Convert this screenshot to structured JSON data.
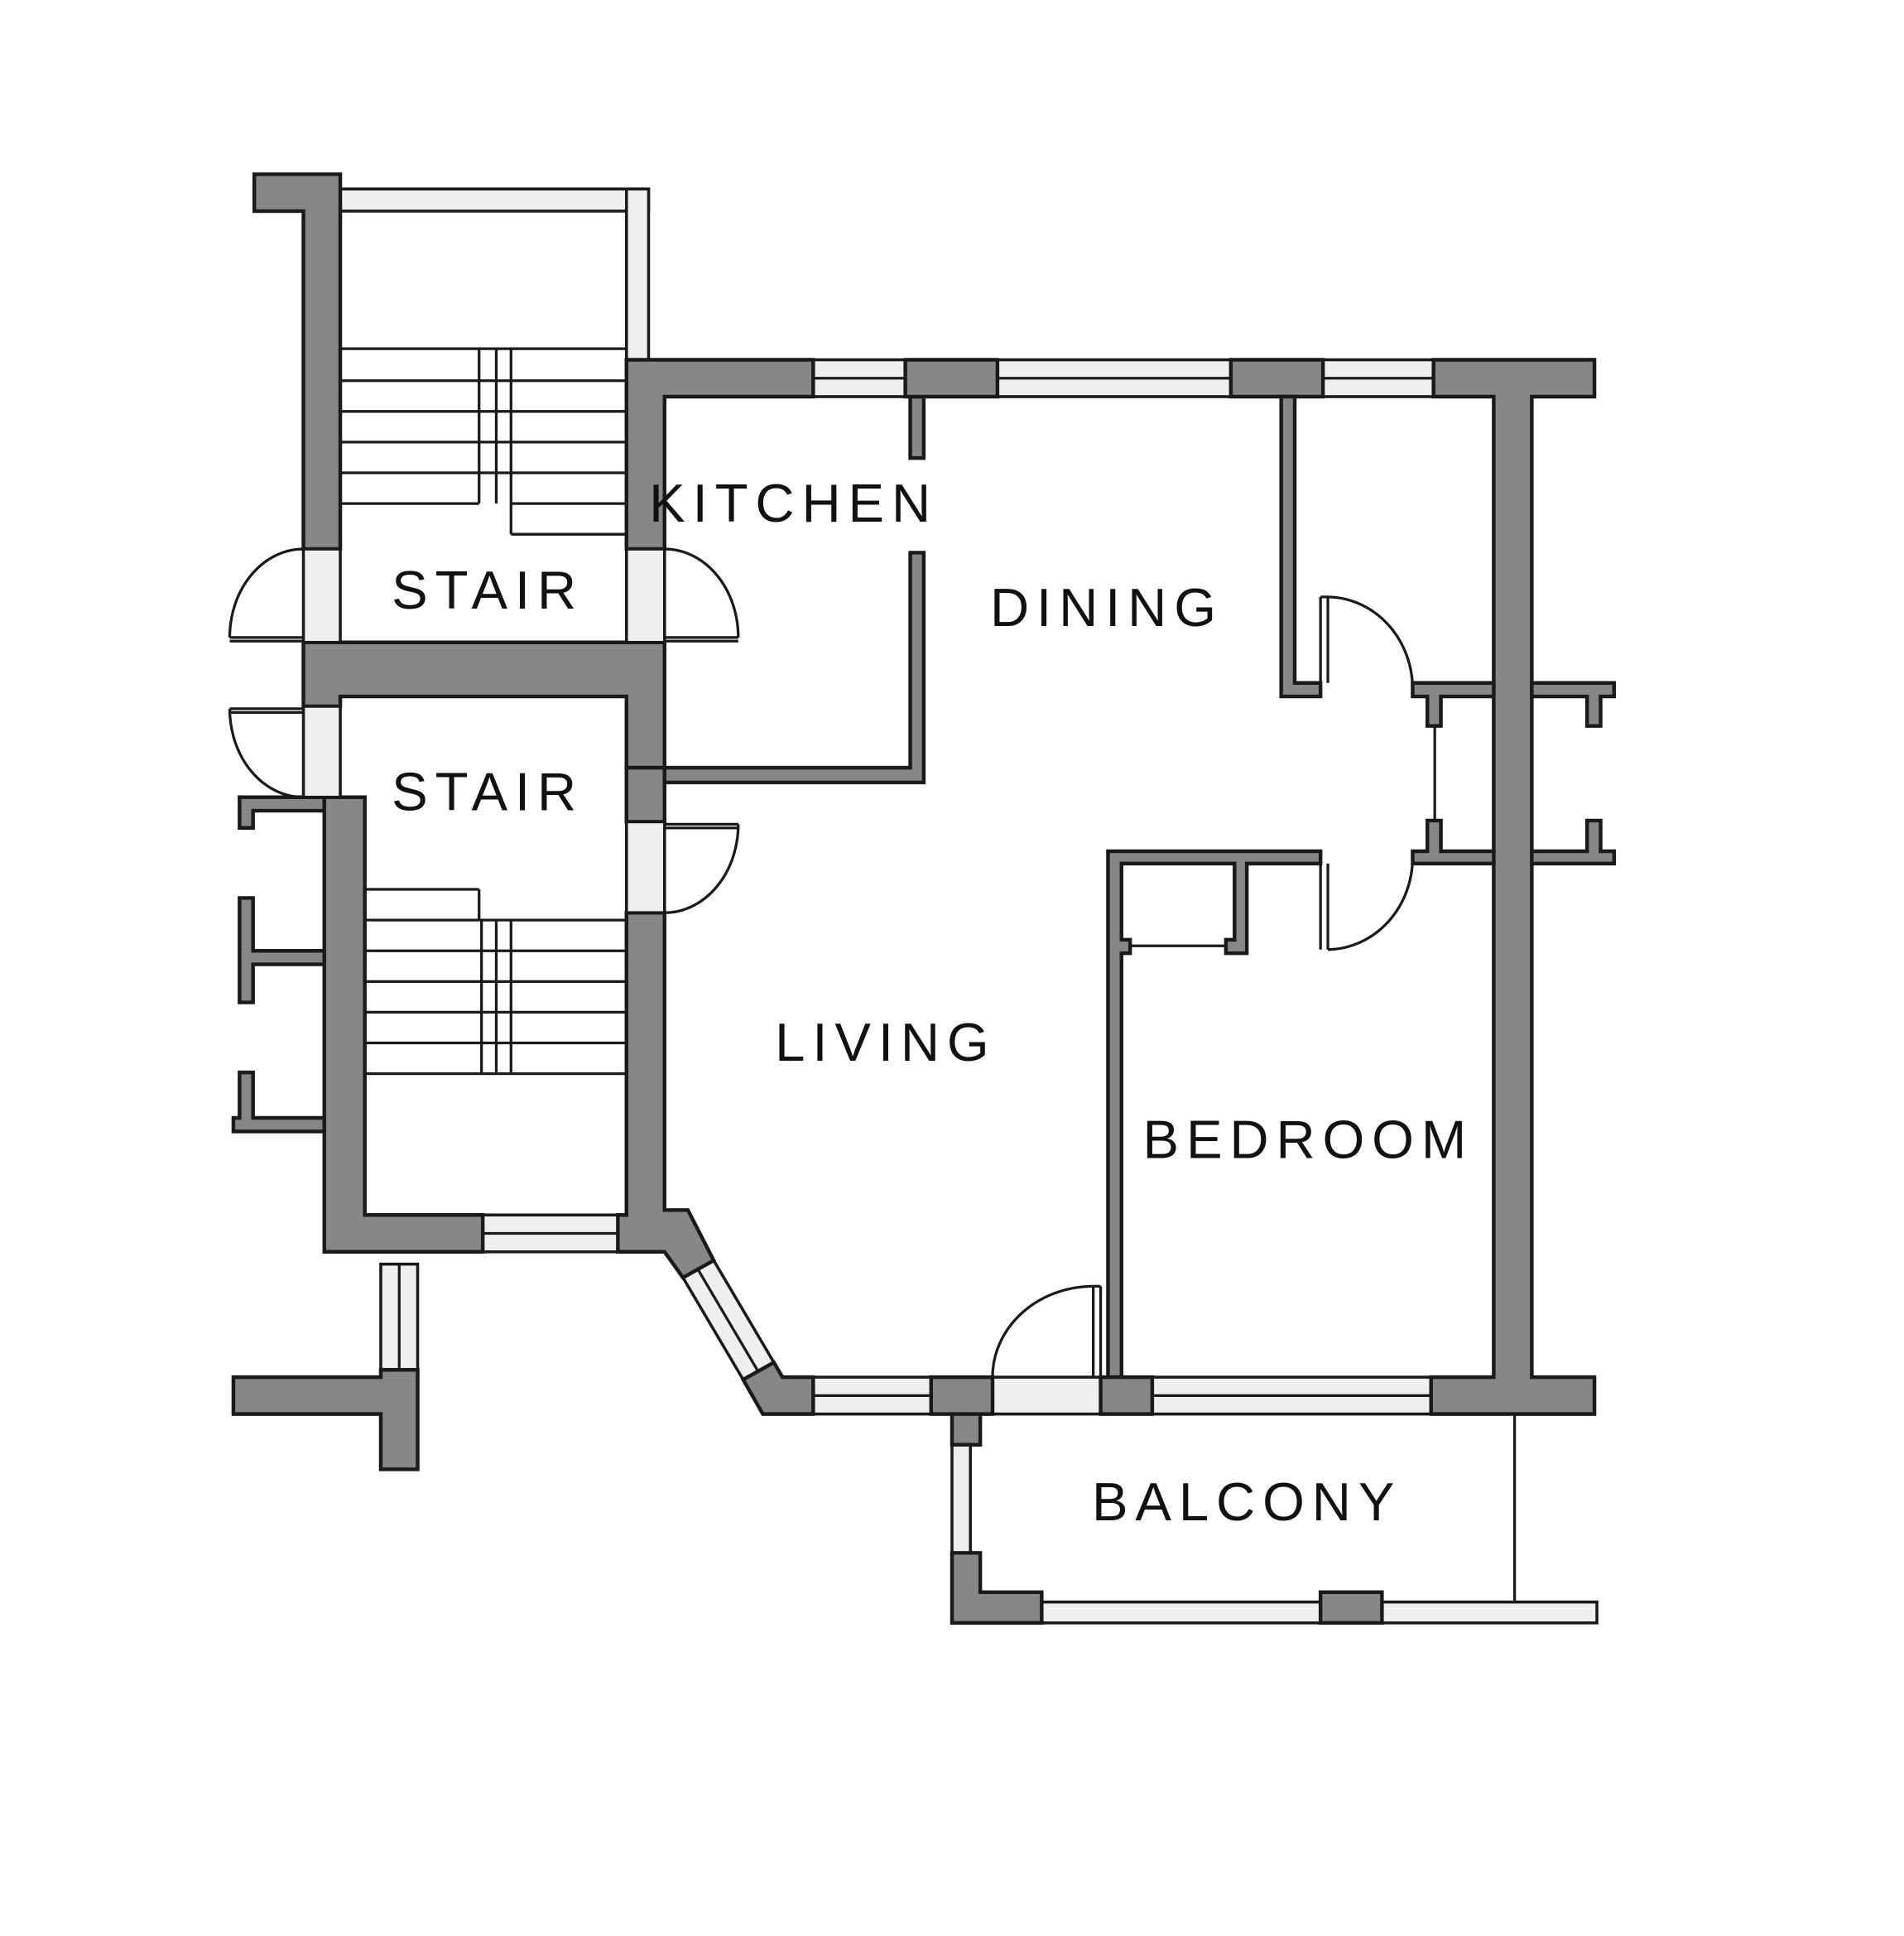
{
  "plan": {
    "rooms": {
      "kitchen": "KITCHEN",
      "dining": "DINING",
      "stair_upper": "STAIR",
      "stair_lower": "STAIR",
      "living": "LIVING",
      "bedroom": "BEDROOM",
      "balcony": "BALCONY"
    },
    "colors": {
      "wall": "#878787",
      "window": "#efefef",
      "line": "#1a1a1a",
      "background": "#ffffff"
    }
  }
}
